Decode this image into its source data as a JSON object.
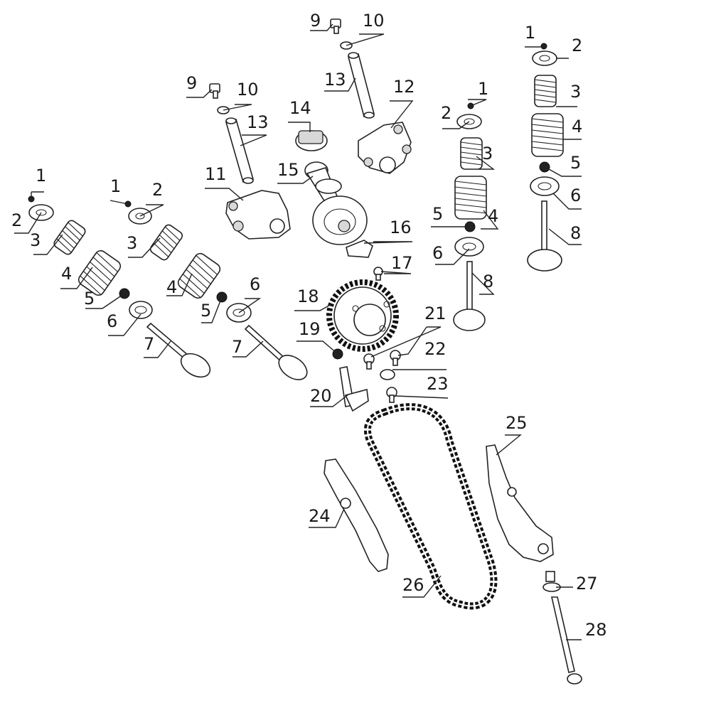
{
  "labels": [
    {
      "id": "l1a",
      "text": "1"
    },
    {
      "id": "l2a",
      "text": "2"
    },
    {
      "id": "l3a",
      "text": "3"
    },
    {
      "id": "l4a",
      "text": "4"
    },
    {
      "id": "l5a",
      "text": "5"
    },
    {
      "id": "l6a",
      "text": "6"
    },
    {
      "id": "l7a",
      "text": "7"
    },
    {
      "id": "l1b",
      "text": "1"
    },
    {
      "id": "l2b",
      "text": "2"
    },
    {
      "id": "l3b",
      "text": "3"
    },
    {
      "id": "l4b",
      "text": "4"
    },
    {
      "id": "l5b",
      "text": "5"
    },
    {
      "id": "l6b",
      "text": "6"
    },
    {
      "id": "l7b",
      "text": "7"
    },
    {
      "id": "l9a",
      "text": "9"
    },
    {
      "id": "l10a",
      "text": "10"
    },
    {
      "id": "l13a",
      "text": "13"
    },
    {
      "id": "l11",
      "text": "11"
    },
    {
      "id": "l9b",
      "text": "9"
    },
    {
      "id": "l10b",
      "text": "10"
    },
    {
      "id": "l13b",
      "text": "13"
    },
    {
      "id": "l12",
      "text": "12"
    },
    {
      "id": "l14",
      "text": "14"
    },
    {
      "id": "l15",
      "text": "15"
    },
    {
      "id": "l16",
      "text": "16"
    },
    {
      "id": "l17",
      "text": "17"
    },
    {
      "id": "l18",
      "text": "18"
    },
    {
      "id": "l19",
      "text": "19"
    },
    {
      "id": "l20",
      "text": "20"
    },
    {
      "id": "l21",
      "text": "21"
    },
    {
      "id": "l22",
      "text": "22"
    },
    {
      "id": "l23",
      "text": "23"
    },
    {
      "id": "l1c",
      "text": "1"
    },
    {
      "id": "l2c",
      "text": "2"
    },
    {
      "id": "l3c",
      "text": "3"
    },
    {
      "id": "l4c",
      "text": "4"
    },
    {
      "id": "l5c",
      "text": "5"
    },
    {
      "id": "l6c",
      "text": "6"
    },
    {
      "id": "l8c",
      "text": "8"
    },
    {
      "id": "l1d",
      "text": "1"
    },
    {
      "id": "l2d",
      "text": "2"
    },
    {
      "id": "l3d",
      "text": "3"
    },
    {
      "id": "l4d",
      "text": "4"
    },
    {
      "id": "l5d",
      "text": "5"
    },
    {
      "id": "l6d",
      "text": "6"
    },
    {
      "id": "l8d",
      "text": "8"
    },
    {
      "id": "l24",
      "text": "24"
    },
    {
      "id": "l25",
      "text": "25"
    },
    {
      "id": "l26",
      "text": "26"
    },
    {
      "id": "l27",
      "text": "27"
    },
    {
      "id": "l28",
      "text": "28"
    }
  ]
}
